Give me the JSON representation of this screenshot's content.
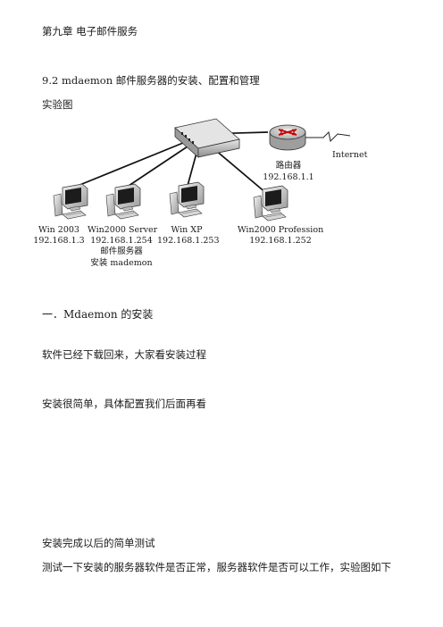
{
  "doc": {
    "chapter": "第九章  电子邮件服务",
    "section": "9.2 mdaemon 邮件服务器的安装、配置和管理",
    "diagram_caption": "实验图",
    "heading_install": "一．Mdaemon 的安装",
    "para1": "软件已经下载回来，大家看安装过程",
    "para2": "安装很简单，具体配置我们后面再看",
    "para3": "安装完成以后的简单测试",
    "para4": "测试一下安装的服务器软件是否正常，服务器软件是否可以工作，实验图如下"
  },
  "diagram": {
    "internet_label": "Internet",
    "router": {
      "name": "路由器",
      "ip": "192.168.1.1"
    },
    "hosts": [
      {
        "name": "Win 2003",
        "ip": "192.168.1.3"
      },
      {
        "name": "Win2000 Server",
        "ip": "192.168.1.254",
        "note1": "邮件服务器",
        "note2": "安装 mademon"
      },
      {
        "name": "Win XP",
        "ip": "192.168.1.253"
      },
      {
        "name": "Win2000 Profession",
        "ip": "192.168.1.252"
      }
    ]
  }
}
